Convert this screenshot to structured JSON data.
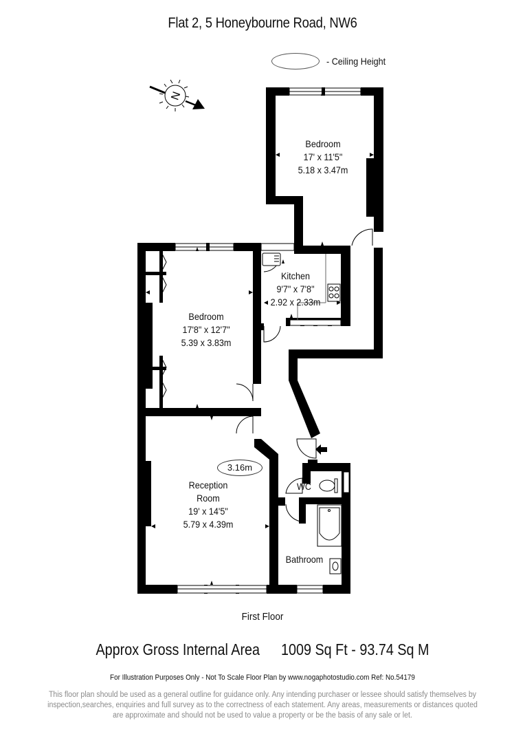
{
  "header": {
    "title": "Flat 2, 5 Honeybourne Road, NW6",
    "legend_label": "- Ceiling Height"
  },
  "compass": {
    "icon": "north-arrow-compass-icon",
    "letter": "N"
  },
  "rooms": [
    {
      "name": "Bedroom",
      "imperial": "17' x 11'5\"",
      "metric": "5.18 x 3.47m"
    },
    {
      "name": "Kitchen",
      "imperial": "9'7\" x 7'8\"",
      "metric": "2.92 x 2.33m"
    },
    {
      "name": "Bedroom",
      "imperial": "17'8\" x 12'7\"",
      "metric": "5.39 x 3.83m"
    },
    {
      "name_line1": "Reception",
      "name_line2": "Room",
      "imperial": "19' x 14'5\"",
      "metric": "5.79 x 4.39m",
      "ceiling_height": "3.16m"
    },
    {
      "name": "WC"
    },
    {
      "name": "Bathroom"
    }
  ],
  "floor": {
    "name": "First Floor"
  },
  "area": {
    "label": "Approx Gross Internal Area",
    "sqft": "1009 Sq Ft",
    "separator": "-",
    "sqm": "93.74 Sq M"
  },
  "footer": {
    "ref_line": "For Illustration Purposes Only - Not To Scale   Floor Plan by www.nogaphotostudio.com   Ref: No.54179",
    "disclaimer": "This floor plan should be used as a general outline for guidance only. Any intending purchaser or lessee should satisfy themselves by inspection,searches, enquiries and full survey as to the correctness of each statement. Any areas, measurements or distances quoted are approximate and should not be used to value a property or be the basis of any sale or let."
  },
  "colors": {
    "wall": "#000000",
    "text": "#111111",
    "disclaimer": "#8a8a8a",
    "background": "#ffffff"
  }
}
